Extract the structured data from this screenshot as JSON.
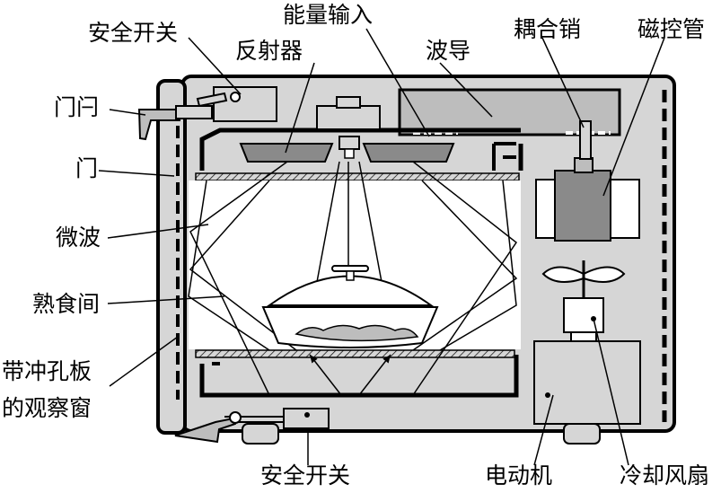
{
  "labels": {
    "safety_switch_top": "安全开关",
    "energy_input": "能量输入",
    "coupling_pin": "耦合销",
    "magnetron": "磁控管",
    "reflector": "反射器",
    "waveguide": "波导",
    "door_latch": "门闩",
    "door": "门",
    "microwave": "微波",
    "cooking_chamber": "熟食间",
    "window_line1": "带冲孔板",
    "window_line2": "的观察窗",
    "safety_switch_bottom": "安全开关",
    "motor": "电动机",
    "cooling_fan": "冷却风扇"
  },
  "colors": {
    "fill_light": "#d6d6d6",
    "fill_mid": "#bdbdbd",
    "fill_dark": "#8a8a8a",
    "stroke": "#000000"
  }
}
